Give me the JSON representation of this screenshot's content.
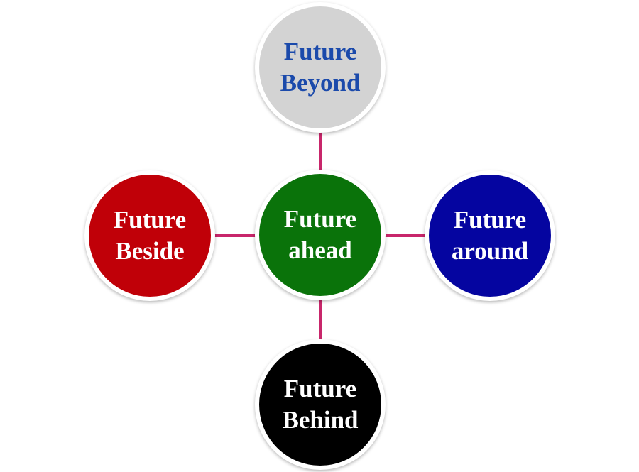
{
  "canvas": {
    "background": "#ffffff",
    "connector_color": "#c8266b"
  },
  "nodes": {
    "top": {
      "label": "Future Beyond",
      "fill": "#d3d3d3",
      "text_color": "#1b4aab"
    },
    "center": {
      "label": "Future ahead",
      "fill": "#0a730a",
      "text_color": "#ffffff"
    },
    "left": {
      "label": "Future Beside",
      "fill": "#c00008",
      "text_color": "#ffffff"
    },
    "right": {
      "label": "Future around",
      "fill": "#0505a0",
      "text_color": "#ffffff"
    },
    "bottom": {
      "label": "Future Behind",
      "fill": "#000000",
      "text_color": "#ffffff"
    }
  }
}
